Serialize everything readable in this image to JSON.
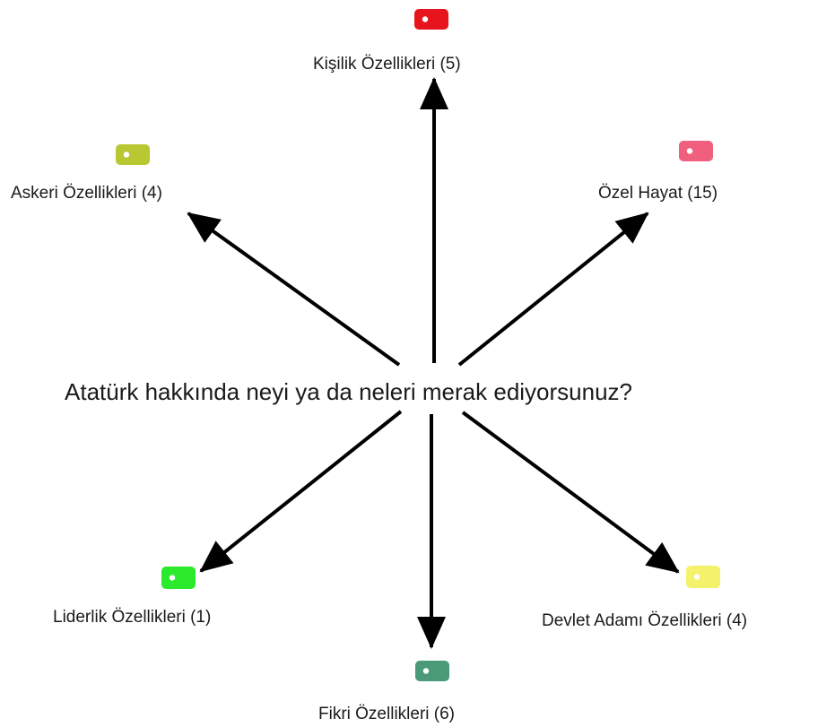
{
  "question": "Atatürk hakkında neyi ya da neleri merak ediyorsunuz?",
  "branches": [
    {
      "label": "Kişilik Özellikleri (5)",
      "tag_color": "#e8141d"
    },
    {
      "label": "Özel Hayat (15)",
      "tag_color": "#f0607e"
    },
    {
      "label": "Devlet Adamı Özellikleri (4)",
      "tag_color": "#f4f26a"
    },
    {
      "label": "Fikri Özellikleri (6)",
      "tag_color": "#4a9a78"
    },
    {
      "label": "Liderlik Özellikleri (1)",
      "tag_color": "#2bea2b"
    },
    {
      "label": "Askeri Özellikleri (4)",
      "tag_color": "#b8c832"
    }
  ]
}
